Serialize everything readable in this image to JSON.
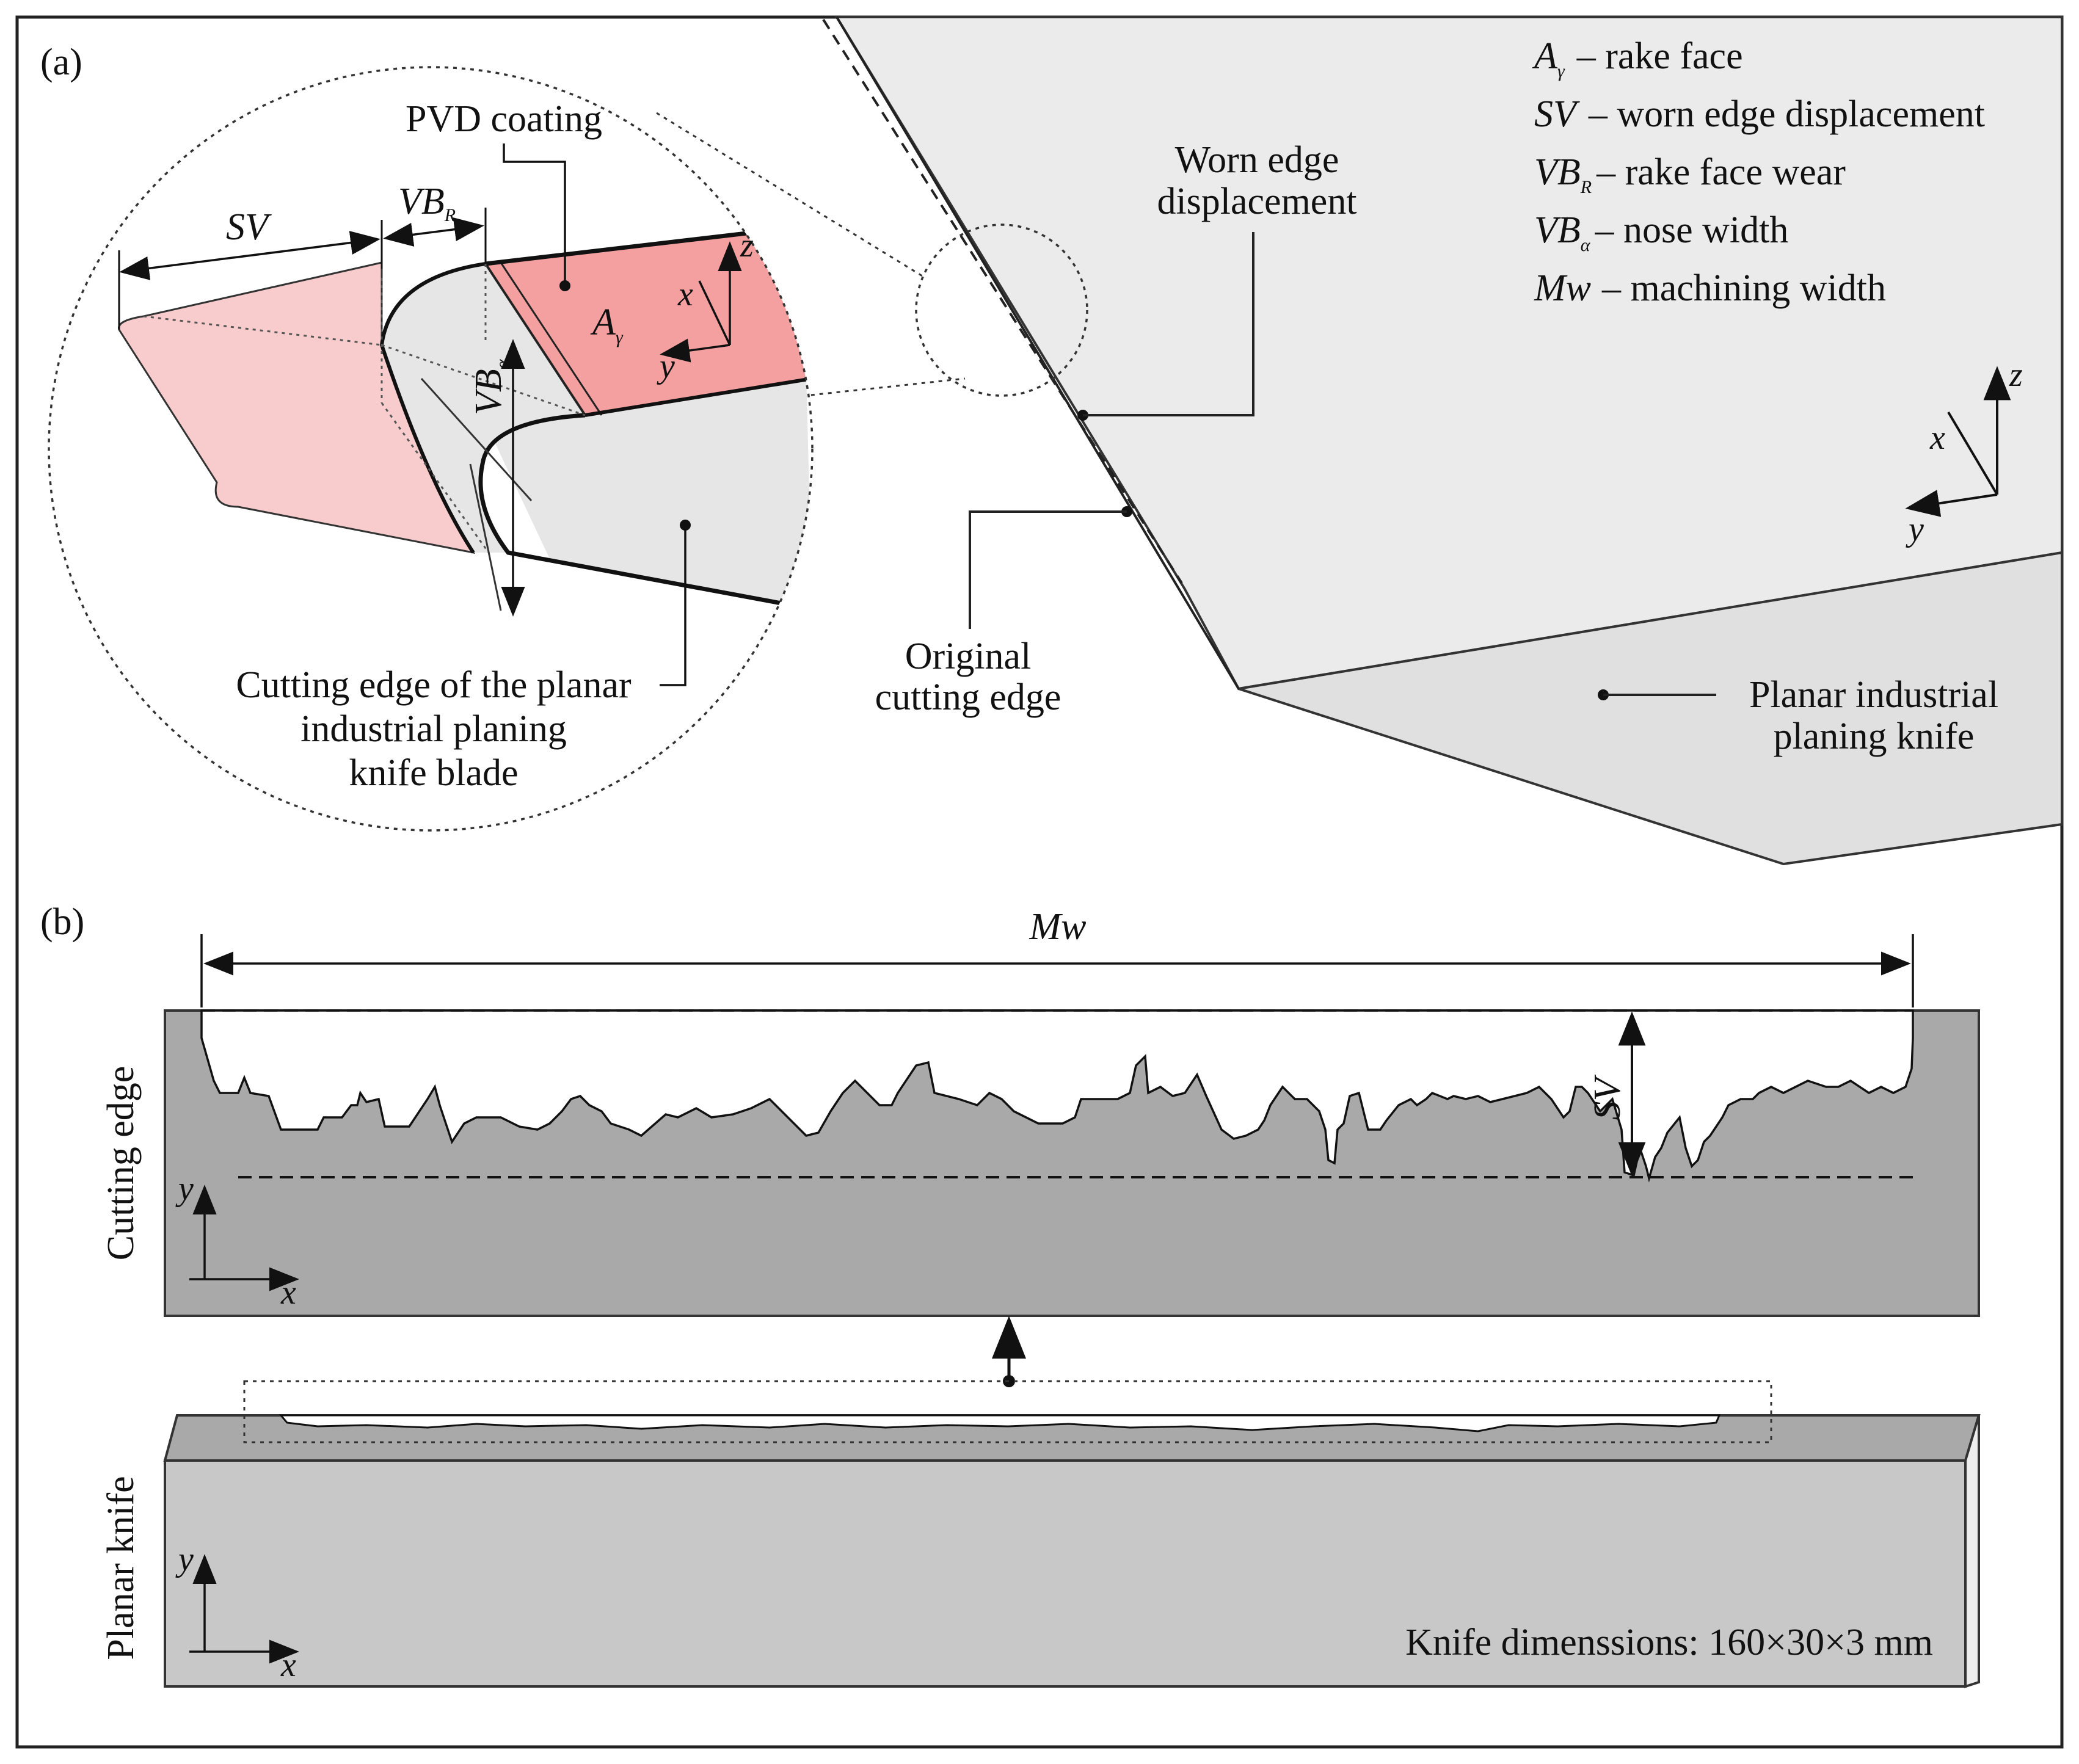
{
  "panel_a": {
    "label": "(a)",
    "legend": [
      {
        "symbol": "A",
        "sub": "γ",
        "text": "– rake face"
      },
      {
        "symbol": "SV",
        "sub": "",
        "text": "– worn edge displacement"
      },
      {
        "symbol": "VB",
        "sub": "R",
        "text": "– rake face wear"
      },
      {
        "symbol": "VB",
        "sub": "α",
        "text": "– nose width"
      },
      {
        "symbol": "Mw",
        "sub": "",
        "text": "– machining width"
      }
    ],
    "inset": {
      "pvd_label": "PVD coating",
      "sv_label": "SV",
      "vbr_label": "VB",
      "vbr_sub": "R",
      "vba_label": "VB",
      "vba_sub": "α",
      "ay_label": "A",
      "ay_sub": "γ",
      "axis_x": "x",
      "axis_y": "y",
      "axis_z": "z",
      "cutting_edge_label": [
        "Cutting edge of the planar",
        "industrial planing",
        "knife blade"
      ]
    },
    "worn_edge_label": [
      "Worn edge",
      "displacement"
    ],
    "original_edge_label": [
      "Original",
      "cutting edge"
    ],
    "knife_label": [
      "Planar industrial",
      "planing knife"
    ],
    "axes": {
      "x": "x",
      "y": "y",
      "z": "z"
    }
  },
  "panel_b": {
    "label": "(b)",
    "mw_label": "Mw",
    "sv_label": "SV",
    "cutting_edge_label": "Cutting edge",
    "planar_knife_label": "Planar knife",
    "axis_x": "x",
    "axis_y": "y",
    "dimensions": "Knife dimenssions: 160×30×3 mm"
  },
  "colors": {
    "coating_red": "#f4a0a0",
    "worn_pink": "#f8cccc",
    "light_grey": "#e6e6e6",
    "edge_grey": "#a9a9a9",
    "knife_grey": "#c8c8c8"
  }
}
